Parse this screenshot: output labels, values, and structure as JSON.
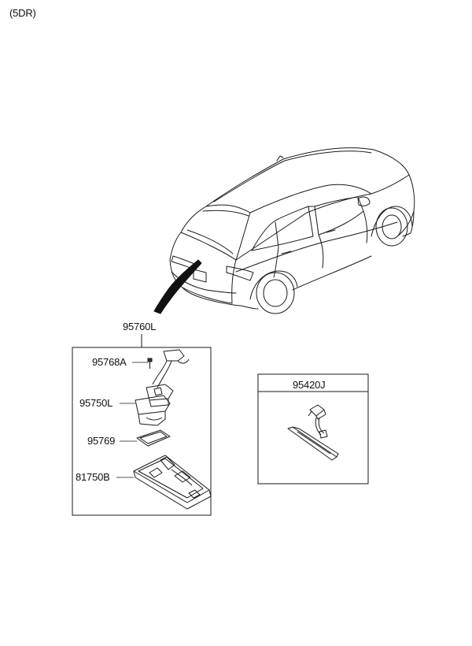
{
  "header": {
    "variant": "(5DR)"
  },
  "assembly": {
    "part_number": "95760L",
    "components": [
      {
        "part_number": "95768A"
      },
      {
        "part_number": "95750L"
      },
      {
        "part_number": "95769"
      },
      {
        "part_number": "81750B"
      }
    ]
  },
  "separate_part": {
    "part_number": "95420J"
  },
  "colors": {
    "line": "#1a1a1a",
    "background": "#ffffff"
  },
  "icons": [
    "car-icon",
    "pointer-arrow-icon",
    "camera-harness-icon",
    "camera-bracket-icon",
    "gasket-icon",
    "license-lamp-housing-icon",
    "screw-icon",
    "wiring-harness-icon"
  ]
}
